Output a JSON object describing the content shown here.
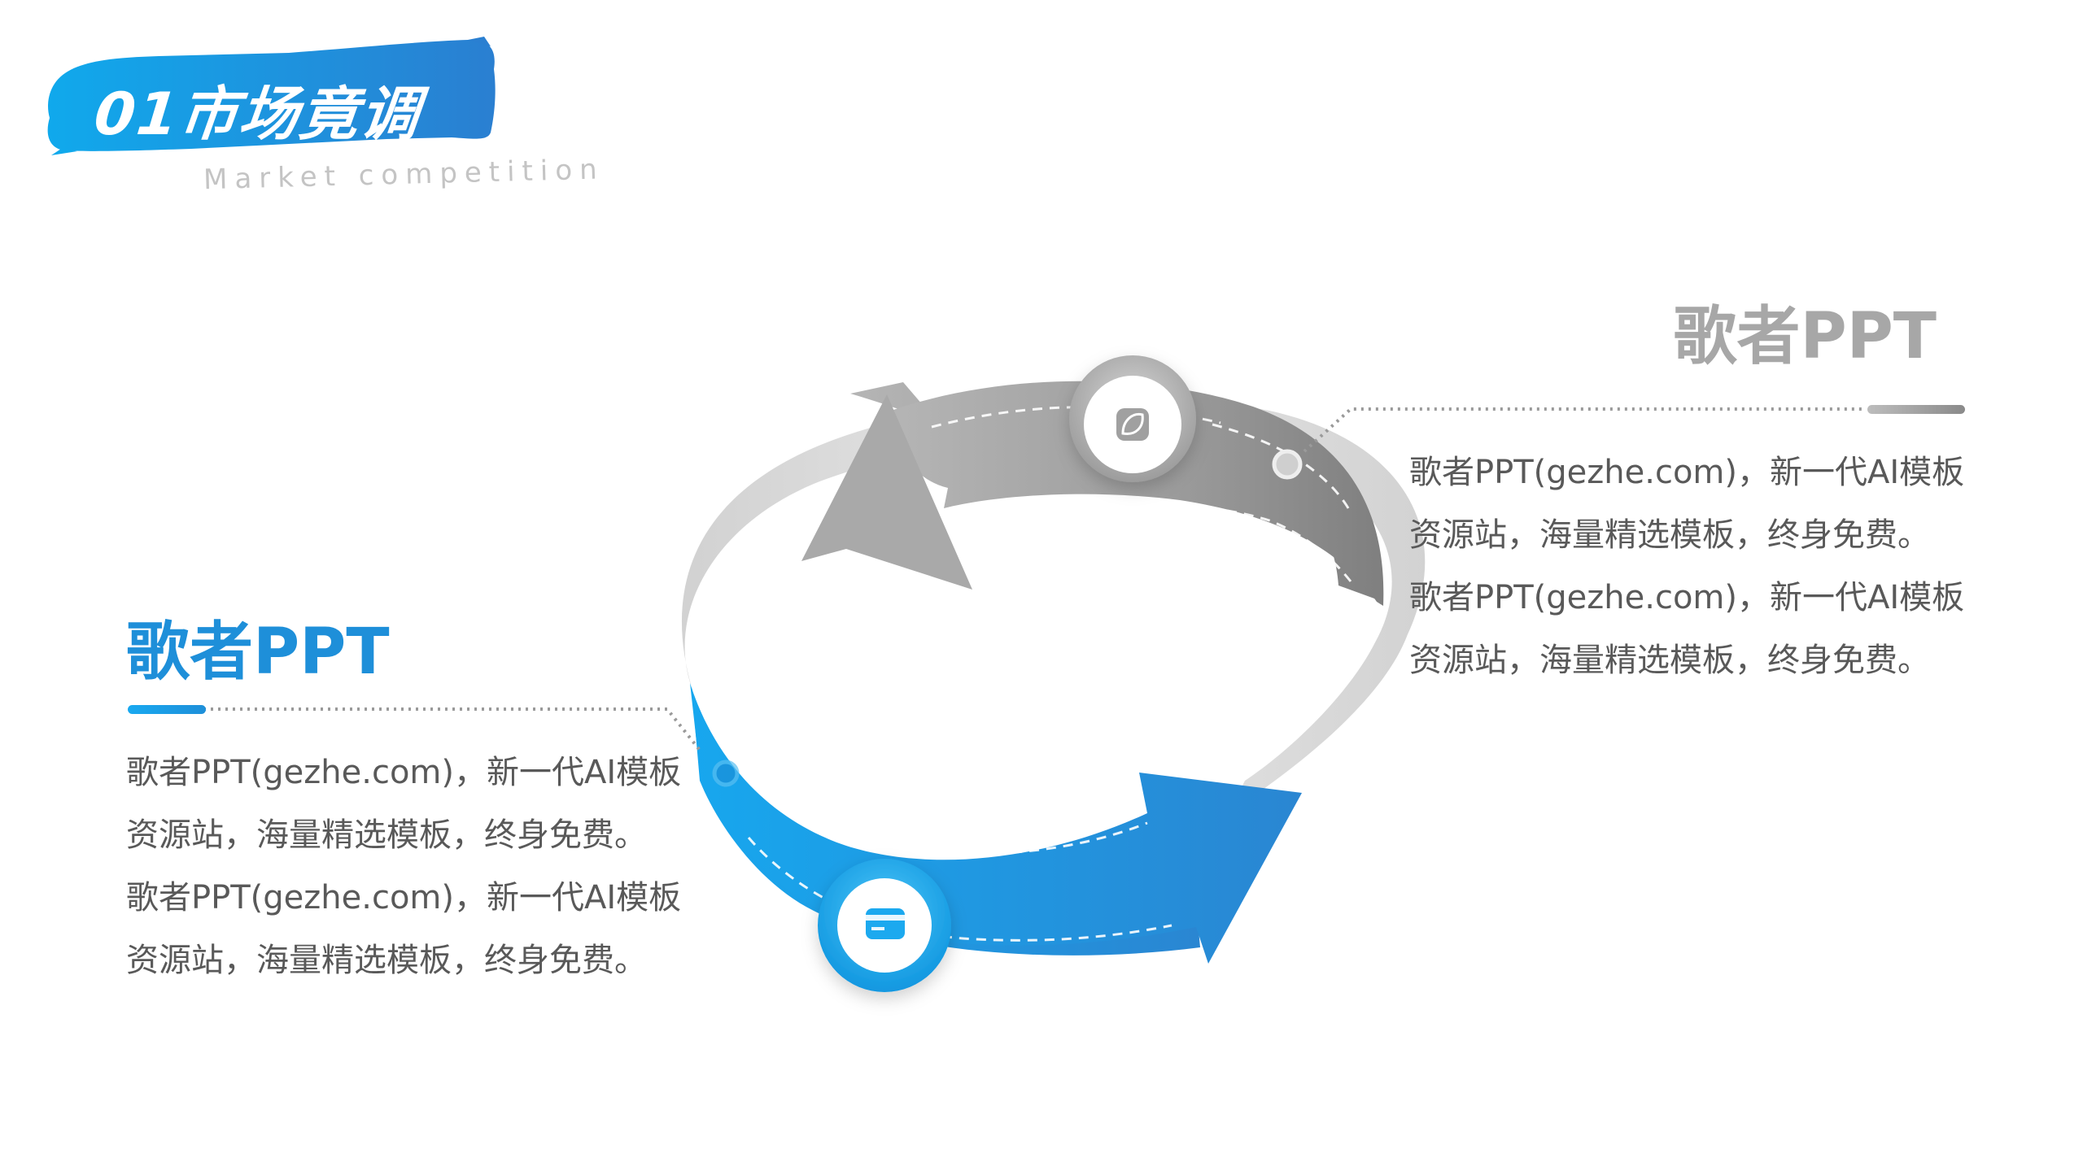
{
  "header": {
    "title": "01市场竟调",
    "subtitle": "Market competition"
  },
  "colors": {
    "accent_blue": "#1e8fd9",
    "light_blue": "#19a9f0",
    "gray": "#8f8f8f",
    "gray_title": "#a7a7a7",
    "text": "#595959",
    "ring_gray": "#d9d9d9"
  },
  "icons": {
    "top": "leaf-icon",
    "bottom": "card-icon"
  },
  "blocks": [
    {
      "title": "歌者PPT",
      "lines": [
        "歌者PPT(gezhe.com)，新一代AI模板",
        "资源站，海量精选模板，终身免费。",
        "歌者PPT(gezhe.com)，新一代AI模板",
        "资源站，海量精选模板，终身免费。"
      ]
    },
    {
      "title": "歌者PPT",
      "lines": [
        "歌者PPT(gezhe.com)，新一代AI模板",
        "资源站，海量精选模板，终身免费。",
        "歌者PPT(gezhe.com)，新一代AI模板",
        "资源站，海量精选模板，终身免费。"
      ]
    }
  ]
}
